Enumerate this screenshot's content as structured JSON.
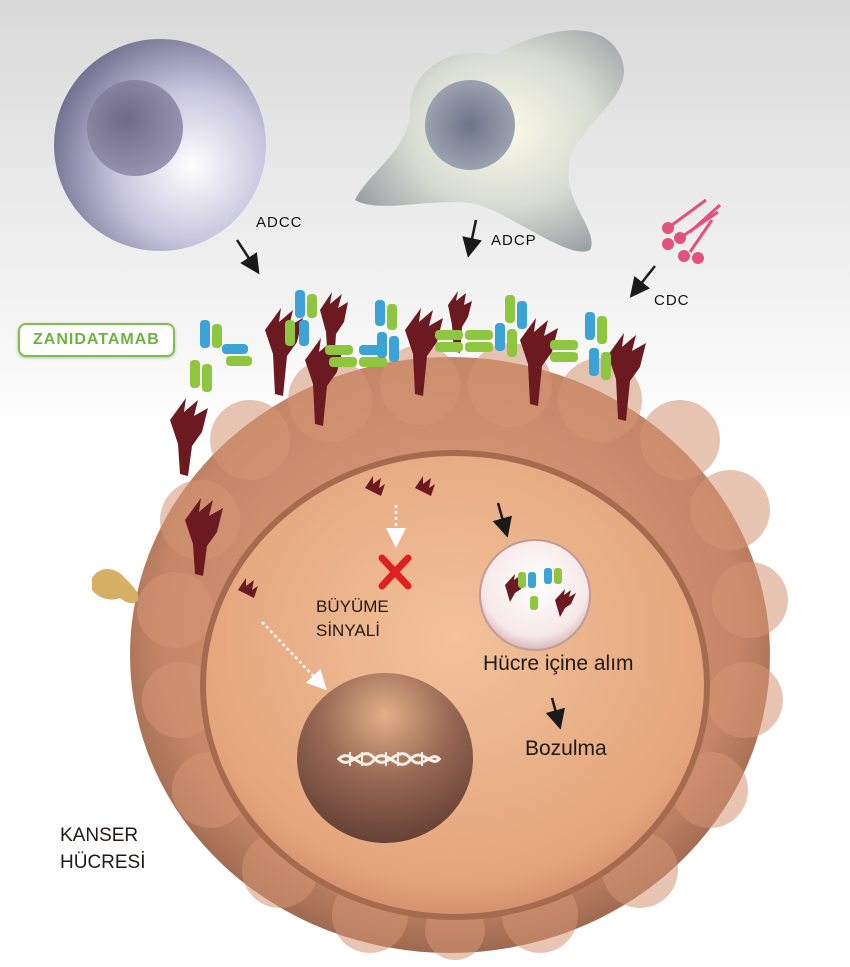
{
  "labels": {
    "adcc": "ADCC",
    "adcp": "ADCP",
    "cdc": "CDC",
    "drug": "ZANIDATAMAB",
    "growth_line1": "BÜYÜME",
    "growth_line2": "SİNYALİ",
    "internalization": "Hücre içine alım",
    "degradation": "Bozulma",
    "cell_line1": "KANSER",
    "cell_line2": "HÜCRESİ"
  },
  "colors": {
    "cancer_cell": "#c98a6a",
    "cytoplasm": "#e8b08a",
    "nucleus": "#7a5446",
    "receptor": "#6b1a22",
    "antibody_green": "#8fc63f",
    "antibody_blue": "#3ba3d6",
    "complement": "#e2527a",
    "block_mark": "#e02020"
  },
  "icons": [
    "nk-cell-icon",
    "macrophage-icon",
    "complement-icon",
    "antibody-icon",
    "receptor-icon",
    "block-x-icon",
    "dna-icon",
    "endosome-icon",
    "ligand-icon"
  ]
}
